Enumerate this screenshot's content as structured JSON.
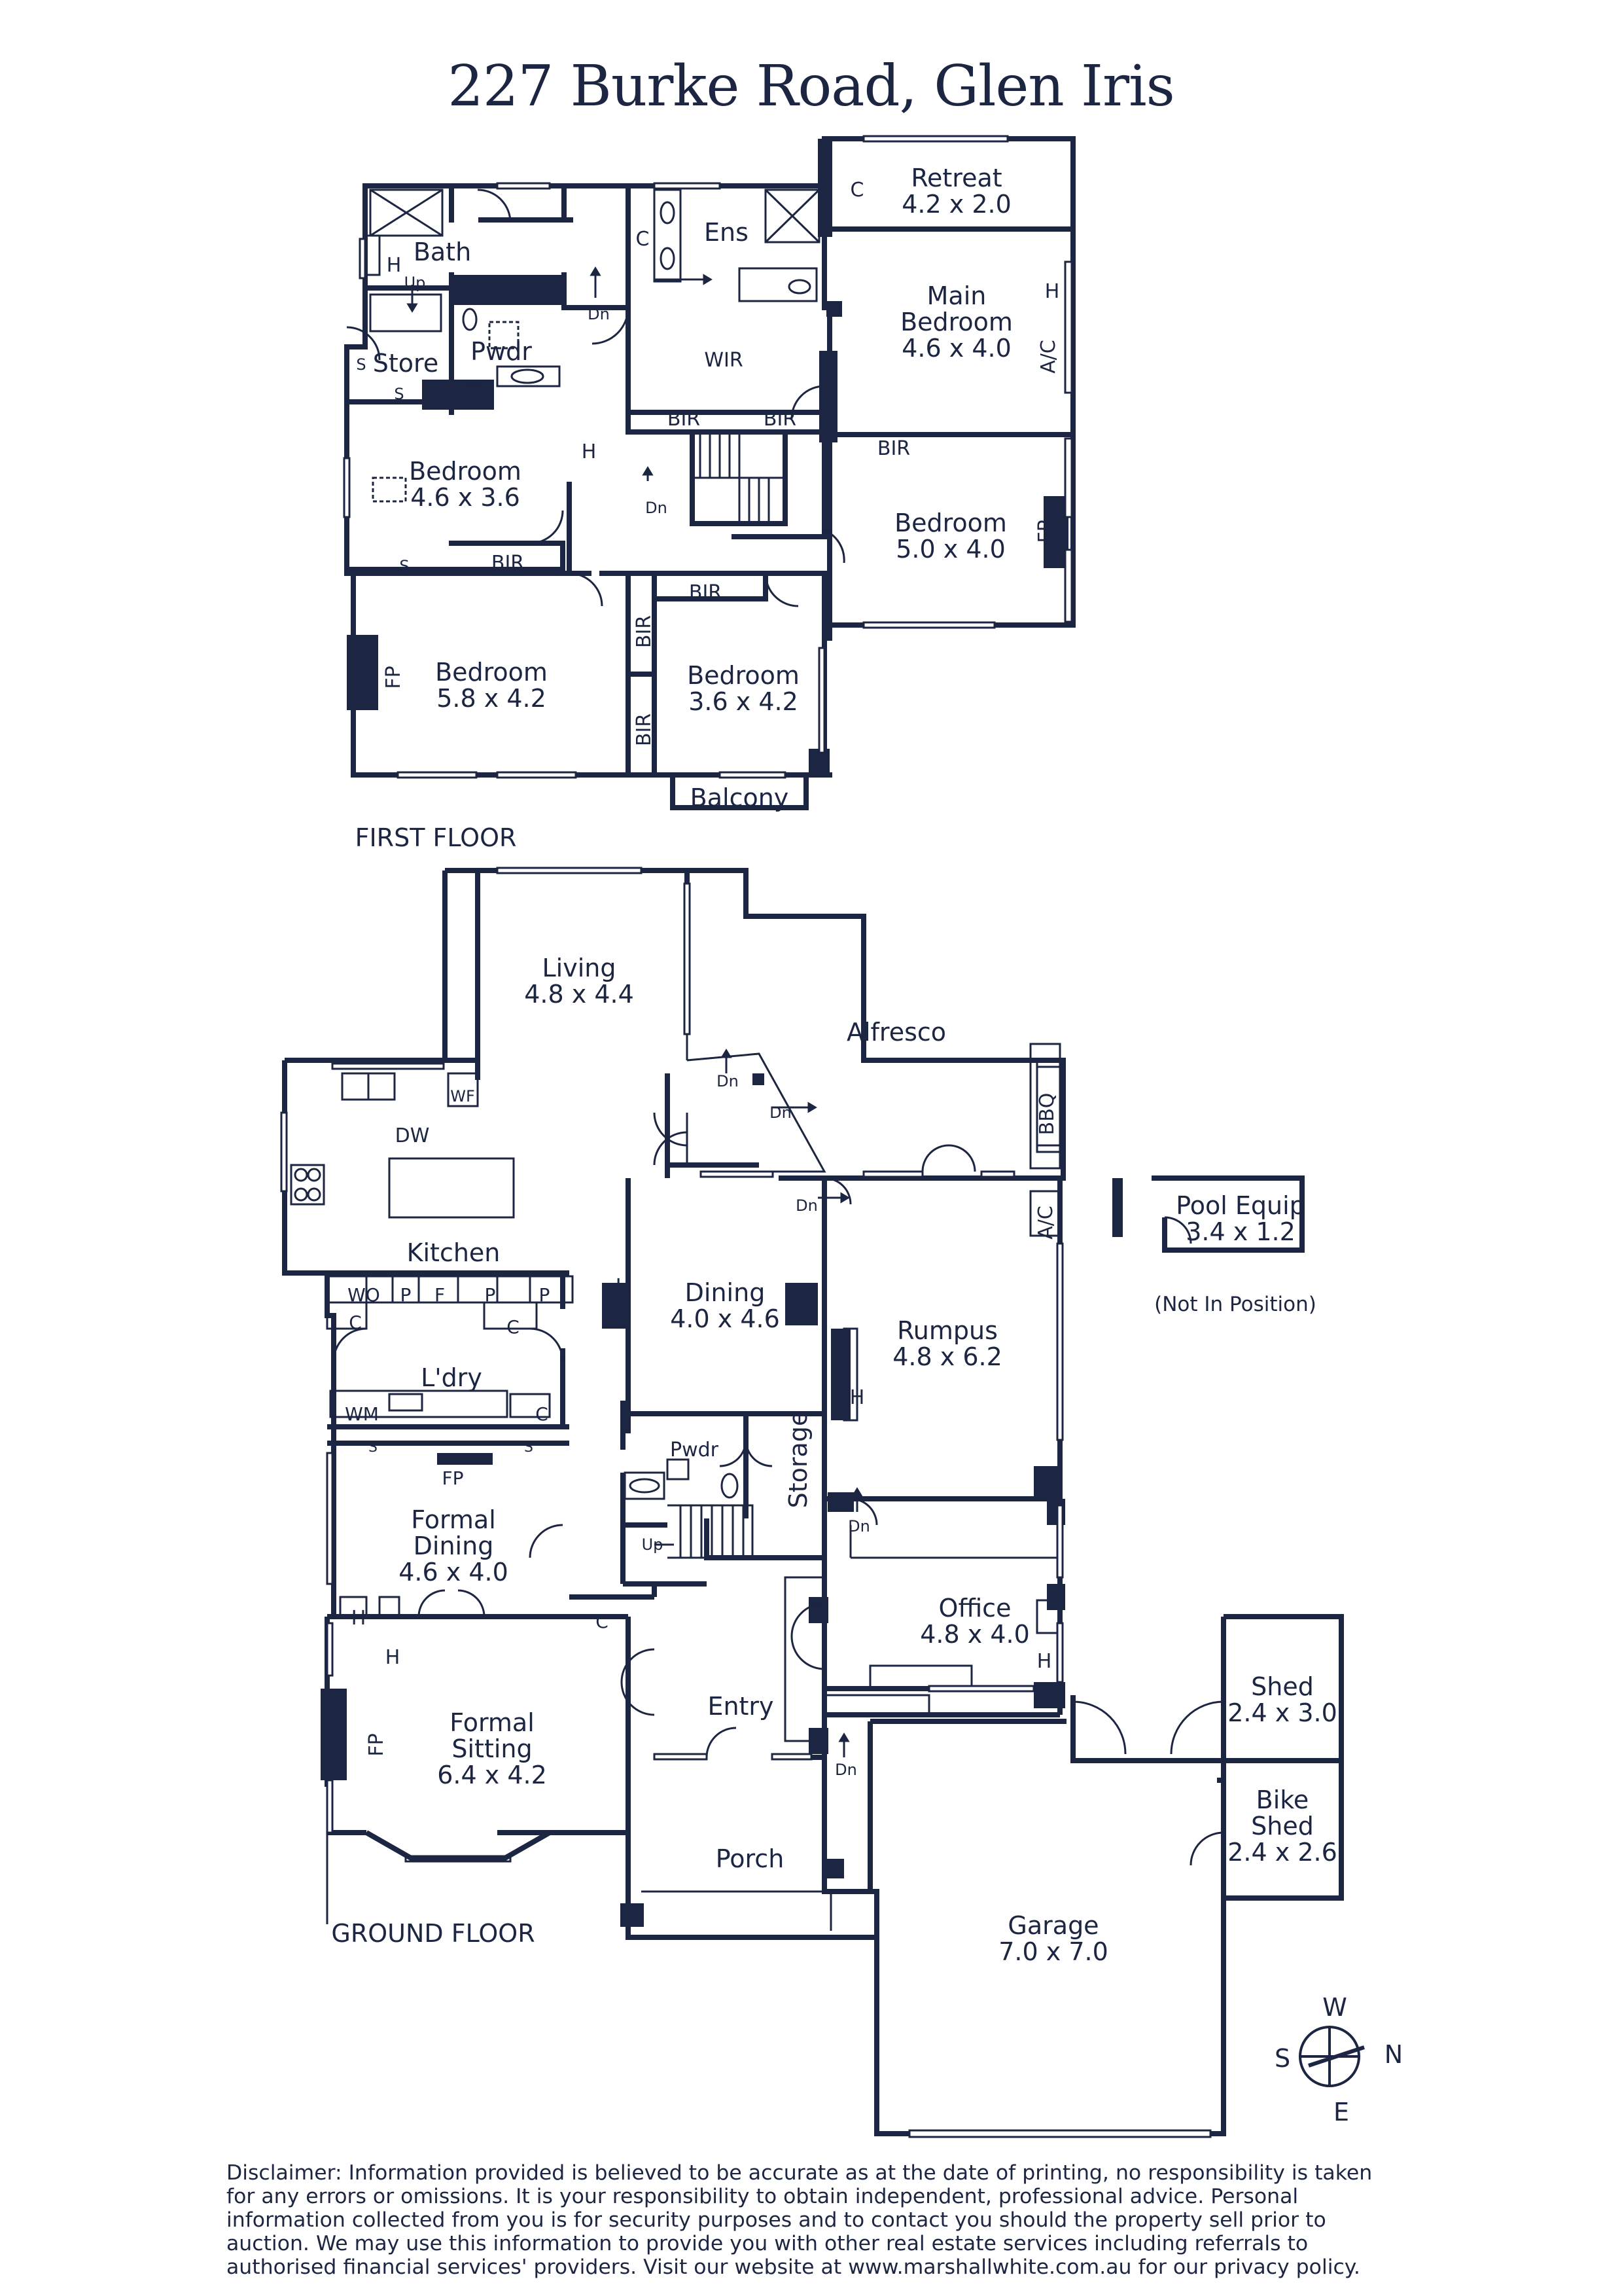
{
  "title": "227 Burke Road, Glen Iris",
  "floors": {
    "first": "FIRST FLOOR",
    "ground": "GROUND FLOOR"
  },
  "first_floor_rooms": {
    "retreat": {
      "name": "Retreat",
      "size": "4.2 x 2.0"
    },
    "main_bedroom": {
      "name1": "Main",
      "name2": "Bedroom",
      "size": "4.6 x 4.0"
    },
    "bedroom_a": {
      "name": "Bedroom",
      "size": "4.6 x 3.6"
    },
    "bedroom_b": {
      "name": "Bedroom",
      "size": "5.0 x 4.0"
    },
    "bedroom_c": {
      "name": "Bedroom",
      "size": "5.8 x 4.2"
    },
    "bedroom_d": {
      "name": "Bedroom",
      "size": "3.6 x 4.2"
    },
    "bath": "Bath",
    "ens": "Ens",
    "wir": "WIR",
    "store": "Store",
    "pwdr": "Pwdr",
    "balcony": "Balcony"
  },
  "ground_floor_rooms": {
    "living": {
      "name": "Living",
      "size": "4.8 x 4.4"
    },
    "alfresco": "Alfresco",
    "kitchen": "Kitchen",
    "dining": {
      "name": "Dining",
      "size": "4.0 x 4.6"
    },
    "rumpus": {
      "name": "Rumpus",
      "size": "4.8 x 6.2"
    },
    "pool_equip": {
      "name": "Pool Equip",
      "size": "3.4 x 1.2",
      "note": "(Not In Position)"
    },
    "laundry": "L'dry",
    "formal_dining": {
      "name1": "Formal",
      "name2": "Dining",
      "size": "4.6 x 4.0"
    },
    "formal_sitting": {
      "name1": "Formal",
      "name2": "Sitting",
      "size": "6.4 x 4.2"
    },
    "entry": "Entry",
    "office": {
      "name": "Office",
      "size": "4.8 x 4.0"
    },
    "porch": "Porch",
    "garage": {
      "name": "Garage",
      "size": "7.0 x 7.0"
    },
    "shed": {
      "name": "Shed",
      "size": "2.4 x 3.0"
    },
    "bike_shed": {
      "name1": "Bike",
      "name2": "Shed",
      "size": "2.4 x 2.6"
    },
    "storage": "Storage",
    "pwdr": "Pwdr"
  },
  "fixtures": {
    "bir": "BIR",
    "c": "C",
    "h": "H",
    "fp": "FP",
    "s": "S",
    "ac": "A/C",
    "up": "Up",
    "dn": "Dn",
    "dw": "DW",
    "wf": "WF",
    "wo": "WO",
    "p": "P",
    "f": "F",
    "wm": "WM",
    "bbq": "BBQ"
  },
  "compass": {
    "n": "N",
    "s": "S",
    "e": "E",
    "w": "W"
  },
  "disclaimer": "Disclaimer: Information provided is believed to be accurate as at the date of printing, no responsibility is taken for any errors or omissions. It is your responsibility to obtain independent, professional advice. Personal information collected from you is for security purposes and to contact you should the property sell prior to auction. We may use this information to provide you with other real estate services including referrals to authorised financial services' providers. Visit our website at www.marshallwhite.com.au for our privacy policy.",
  "colors": {
    "ink": "#1c2541",
    "background": "#ffffff"
  }
}
